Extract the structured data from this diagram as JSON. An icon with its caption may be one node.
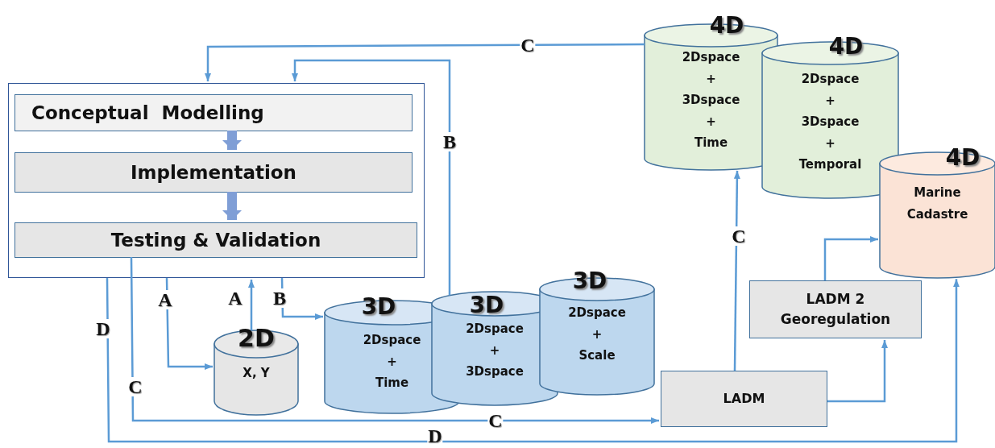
{
  "diagram": {
    "nodes": [
      {
        "text": [],
        "shape": "box"
      },
      {
        "text": [
          "Conceptual  Modelling"
        ],
        "in": 0
      },
      {
        "text": [
          "Implementation"
        ],
        "in": 0
      },
      {
        "text": [
          "Testing & Validation"
        ],
        "in": 0
      },
      {
        "text": [
          "2D",
          "X, Y"
        ]
      },
      {
        "text": [
          "3D",
          "2Dspace + Time"
        ]
      },
      {
        "text": [
          "3D",
          "2Dspace + 3Dspace"
        ]
      },
      {
        "text": [
          "3D",
          "2Dspace + Scale"
        ]
      },
      {
        "text": [
          "LADM"
        ]
      },
      {
        "text": [
          "LADM 2 Georegulation"
        ]
      },
      {
        "text": [
          "4D",
          "2Dspace + 3Dspace + Time"
        ]
      },
      {
        "text": [
          "4D",
          "2Dspace + 3Dspace + Temporal"
        ]
      },
      {
        "text": [
          "4D",
          "Marine Cadastre"
        ]
      }
    ],
    "edges": [
      {
        "from": 1,
        "to": 2,
        "arrow": "to",
        "style": "thick",
        "color": "#7f9ed6"
      },
      {
        "from": 2,
        "to": 3,
        "arrow": "to",
        "style": "thick",
        "color": "#7f9ed6"
      },
      {
        "from": 0,
        "to": 4,
        "arrow": "to",
        "label": "A"
      },
      {
        "from": 4,
        "to": 0,
        "arrow": "to",
        "label": "A"
      },
      {
        "from": 0,
        "to": 5,
        "arrow": "to",
        "label": "B"
      },
      {
        "from": 6,
        "to": 0,
        "arrow": "to",
        "label": "B"
      },
      {
        "from": 10,
        "to": 0,
        "arrow": "to",
        "label": "C"
      },
      {
        "from": 3,
        "to": 8,
        "arrow": "to",
        "label": "C"
      },
      {
        "from": 8,
        "to": 10,
        "arrow": "to",
        "label": "C"
      },
      {
        "from": 8,
        "to": 9,
        "arrow": "to"
      },
      {
        "from": 9,
        "to": 12,
        "arrow": "to"
      },
      {
        "from": 0,
        "to": 12,
        "arrow": "to",
        "label": "D"
      }
    ],
    "labels": [
      "C",
      "D"
    ]
  }
}
